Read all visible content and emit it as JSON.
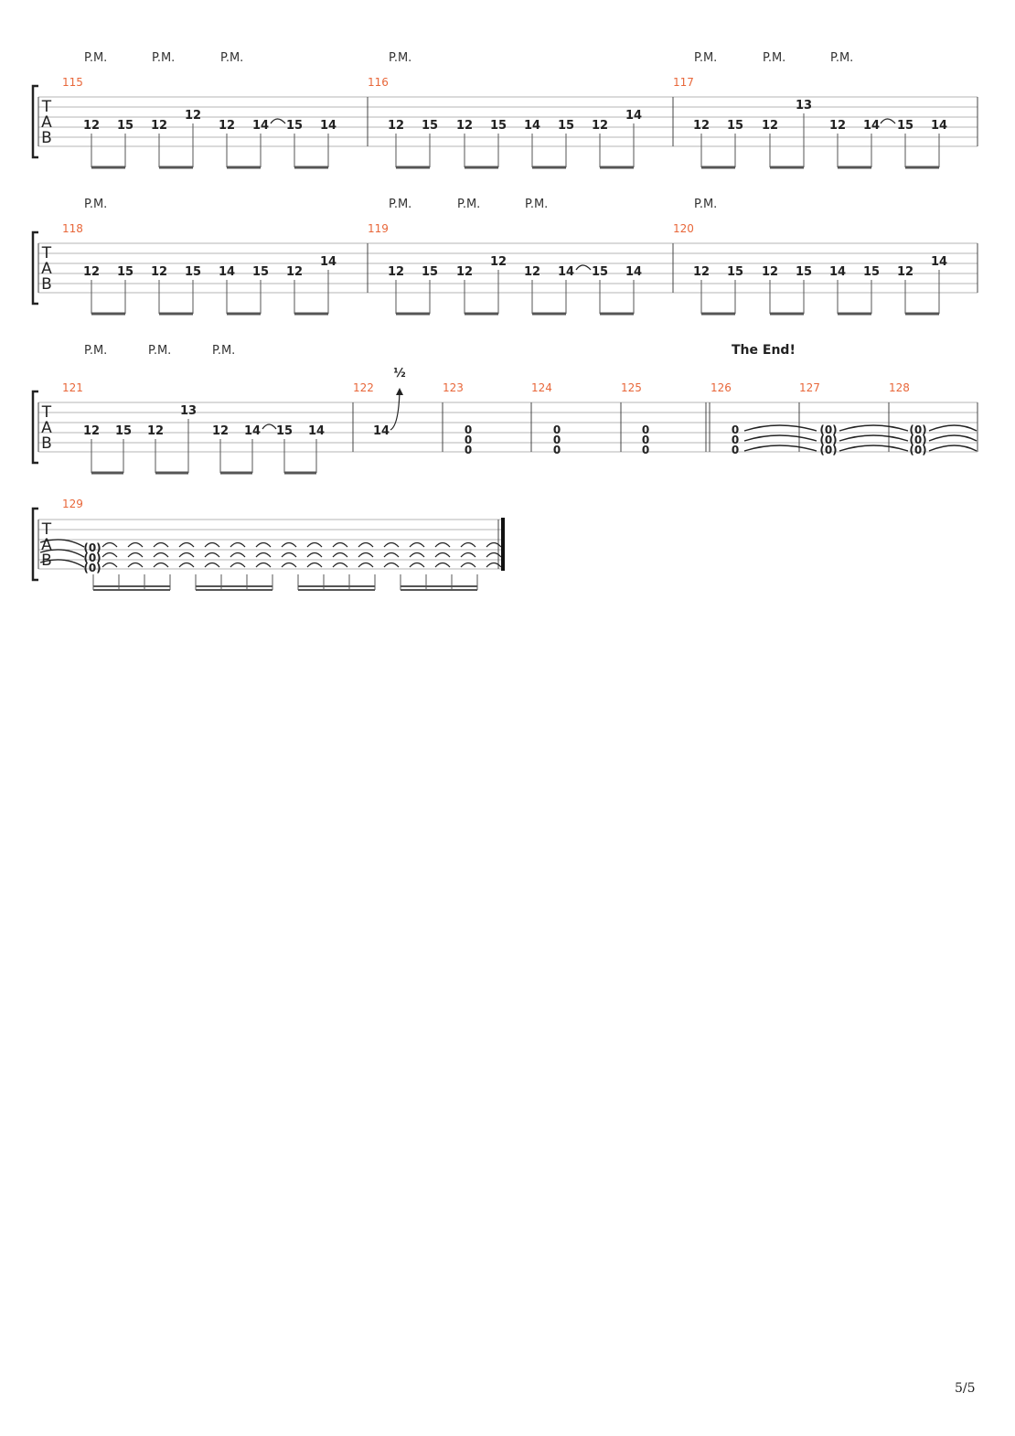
{
  "tab_clef": [
    "T",
    "A",
    "B"
  ],
  "palm_mute_label": "P.M.",
  "end_label": "The End!",
  "bend_label": "½",
  "page_number": "5/5",
  "systems": [
    {
      "palm_mutes": 7,
      "measures": [
        {
          "number": "115",
          "notes": [
            "12",
            "15",
            "12",
            "12",
            "12",
            "14",
            "15",
            "14"
          ]
        },
        {
          "number": "116",
          "notes": [
            "12",
            "15",
            "12",
            "15",
            "14",
            "15",
            "12",
            "14"
          ]
        },
        {
          "number": "117",
          "notes": [
            "12",
            "15",
            "12",
            "13",
            "12",
            "14",
            "15",
            "14"
          ]
        }
      ]
    },
    {
      "palm_mutes": 5,
      "measures": [
        {
          "number": "118",
          "notes": [
            "12",
            "15",
            "12",
            "15",
            "14",
            "15",
            "12",
            "14"
          ]
        },
        {
          "number": "119",
          "notes": [
            "12",
            "15",
            "12",
            "12",
            "12",
            "14",
            "15",
            "14"
          ]
        },
        {
          "number": "120",
          "notes": [
            "12",
            "15",
            "12",
            "15",
            "14",
            "15",
            "12",
            "14"
          ]
        }
      ]
    },
    {
      "palm_mutes": 3,
      "measures": [
        {
          "number": "121",
          "notes": [
            "12",
            "15",
            "12",
            "13",
            "12",
            "14",
            "15",
            "14"
          ]
        },
        {
          "number": "122",
          "notes": [
            "14"
          ]
        },
        {
          "number": "123",
          "notes": [
            "0",
            "0",
            "0"
          ]
        },
        {
          "number": "124",
          "notes": [
            "0",
            "0",
            "0"
          ]
        },
        {
          "number": "125",
          "notes": [
            "0",
            "0",
            "0"
          ]
        },
        {
          "number": "126",
          "notes": [
            "0",
            "0",
            "0"
          ]
        },
        {
          "number": "127",
          "notes": [
            "(0)",
            "(0)",
            "(0)"
          ]
        },
        {
          "number": "128",
          "notes": [
            "(0)",
            "(0)",
            "(0)"
          ]
        }
      ]
    },
    {
      "palm_mutes": 0,
      "measures": [
        {
          "number": "129",
          "notes": [
            "(0)",
            "(0)",
            "(0)"
          ]
        }
      ]
    }
  ]
}
